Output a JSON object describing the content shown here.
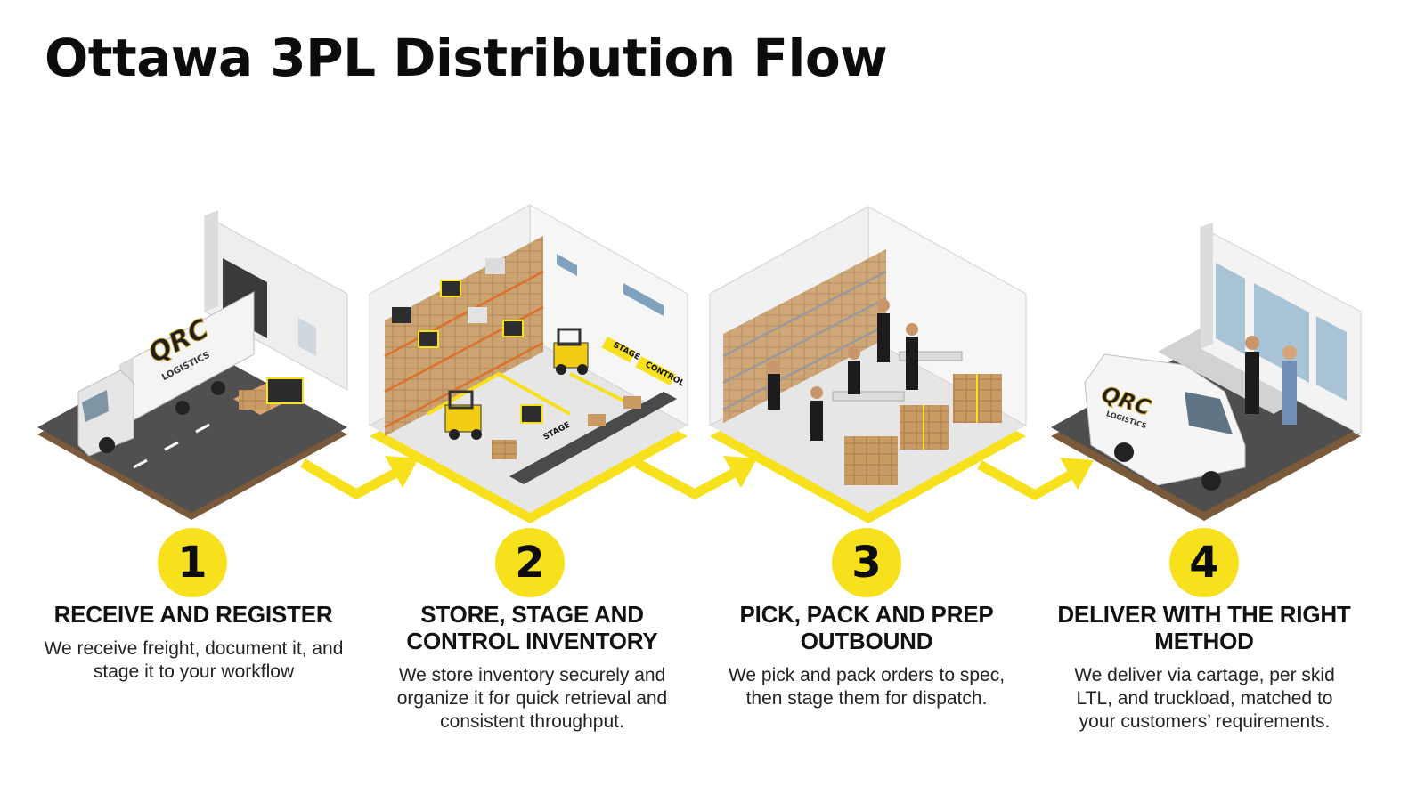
{
  "title": "Ottawa 3PL Distribution Flow",
  "colors": {
    "accent": "#f7e01c",
    "text": "#0c0c0c",
    "floor": "#e8e8e8",
    "road": "#555555"
  },
  "brand": {
    "logo_text": "QRC",
    "logo_subtext": "LOGISTICS"
  },
  "scene_labels": {
    "stage": "STAGE",
    "control": "CONTROL"
  },
  "steps": [
    {
      "number": "1",
      "title": "RECEIVE AND REGISTER",
      "description": "We receive freight, document it, and stage it to your workflow",
      "scene": "truck-at-loading-dock"
    },
    {
      "number": "2",
      "title": "STORE, STAGE AND CONTROL INVENTORY",
      "description": "We store inventory securely and organize it for quick retrieval and consistent throughput.",
      "scene": "warehouse-racking-with-forklifts"
    },
    {
      "number": "3",
      "title": "PICK, PACK AND PREP OUTBOUND",
      "description": "We pick and pack orders to spec, then stage them for dispatch.",
      "scene": "pick-pack-station"
    },
    {
      "number": "4",
      "title": "DELIVER WITH THE RIGHT METHOD",
      "description": "We deliver via cartage, per skid LTL, and truckload, matched to your customers’ requirements.",
      "scene": "van-delivery-handoff"
    }
  ]
}
